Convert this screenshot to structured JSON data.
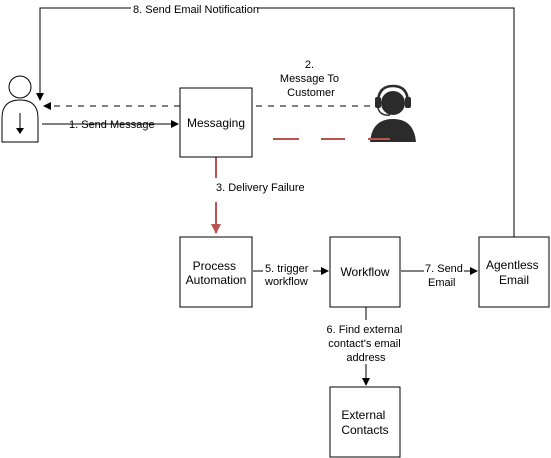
{
  "nodes": {
    "messaging": {
      "label": "Messaging"
    },
    "process_automation": {
      "lines": [
        "Process",
        "Automation"
      ]
    },
    "workflow": {
      "label": "Workflow"
    },
    "agentless_email": {
      "lines": [
        "Agentless",
        "Email"
      ]
    },
    "external_contacts": {
      "lines": [
        "External",
        "Contacts"
      ]
    }
  },
  "edges": {
    "e1": {
      "label": "1. Send Message"
    },
    "e2": {
      "lines": [
        "2.",
        "Message To",
        "Customer"
      ]
    },
    "e3": {
      "label": "3. Delivery Failure"
    },
    "e5": {
      "lines": [
        "5. trigger",
        "workflow"
      ]
    },
    "e6": {
      "lines": [
        "6. Find external",
        "contact's email",
        "address"
      ]
    },
    "e7": {
      "lines": [
        "7. Send",
        "Email"
      ]
    },
    "e8": {
      "label": "8. Send Email Notification"
    }
  },
  "colors": {
    "line": "#000000",
    "failure_accent": "#b85450",
    "box_fill": "#ffffff"
  },
  "icons": {
    "customer": "user-icon",
    "agent": "support-agent-headset-icon"
  }
}
